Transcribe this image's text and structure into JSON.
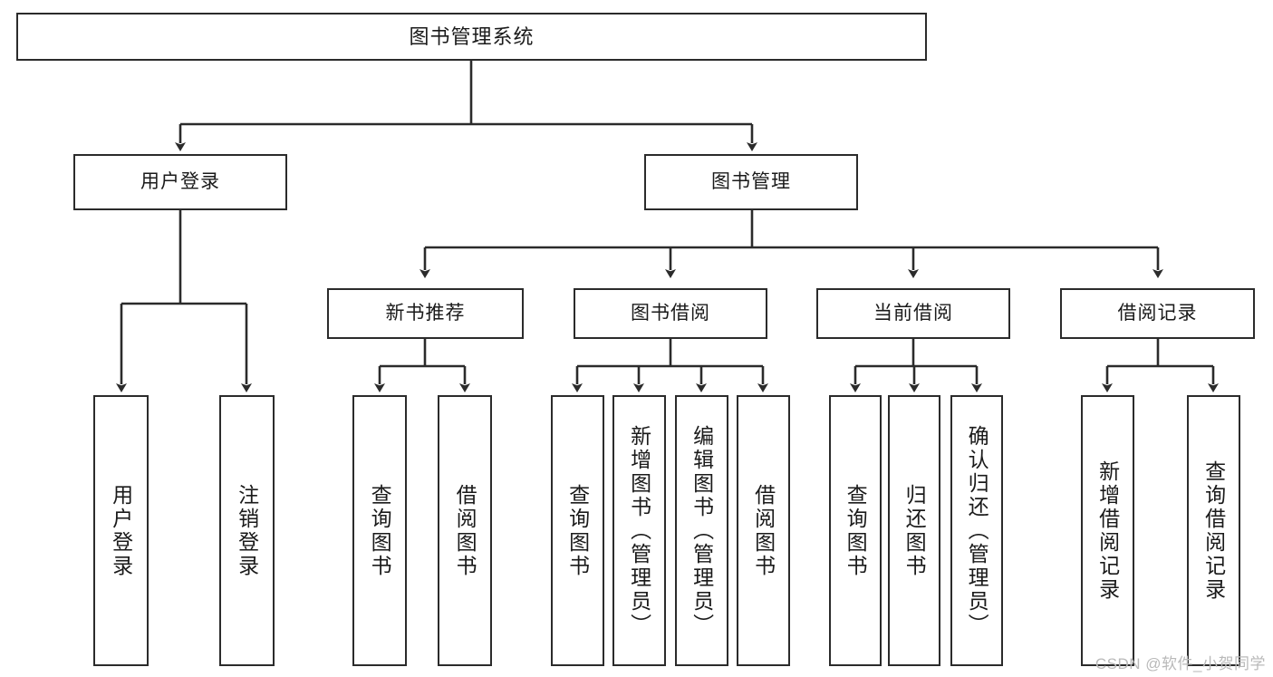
{
  "diagram": {
    "title": "图书管理系统",
    "watermark": "CSDN @软件_小贺同学",
    "colors": {
      "box_border": "#2b2b2b",
      "box_fill": "#ffffff",
      "edge": "#2b2b2b",
      "text": "#1a1a1a",
      "watermark": "#b9b9b9"
    },
    "nodes": {
      "root": {
        "label": "图书管理系统"
      },
      "level2": [
        {
          "label": "用户登录"
        },
        {
          "label": "图书管理"
        }
      ],
      "level3": [
        {
          "label": "新书推荐"
        },
        {
          "label": "图书借阅"
        },
        {
          "label": "当前借阅"
        },
        {
          "label": "借阅记录"
        }
      ],
      "leaves_user_login": [
        {
          "label": "用户登录"
        },
        {
          "label": "注销登录"
        }
      ],
      "leaves_new_book": [
        {
          "label": "查询图书"
        },
        {
          "label": "借阅图书"
        }
      ],
      "leaves_borrow": [
        {
          "label": "查询图书"
        },
        {
          "label": "新增图书（管理员）"
        },
        {
          "label": "编辑图书（管理员）"
        },
        {
          "label": "借阅图书"
        }
      ],
      "leaves_current": [
        {
          "label": "查询图书"
        },
        {
          "label": "归还图书"
        },
        {
          "label": "确认归还（管理员）"
        }
      ],
      "leaves_records": [
        {
          "label": "新增借阅记录"
        },
        {
          "label": "查询借阅记录"
        }
      ]
    }
  }
}
